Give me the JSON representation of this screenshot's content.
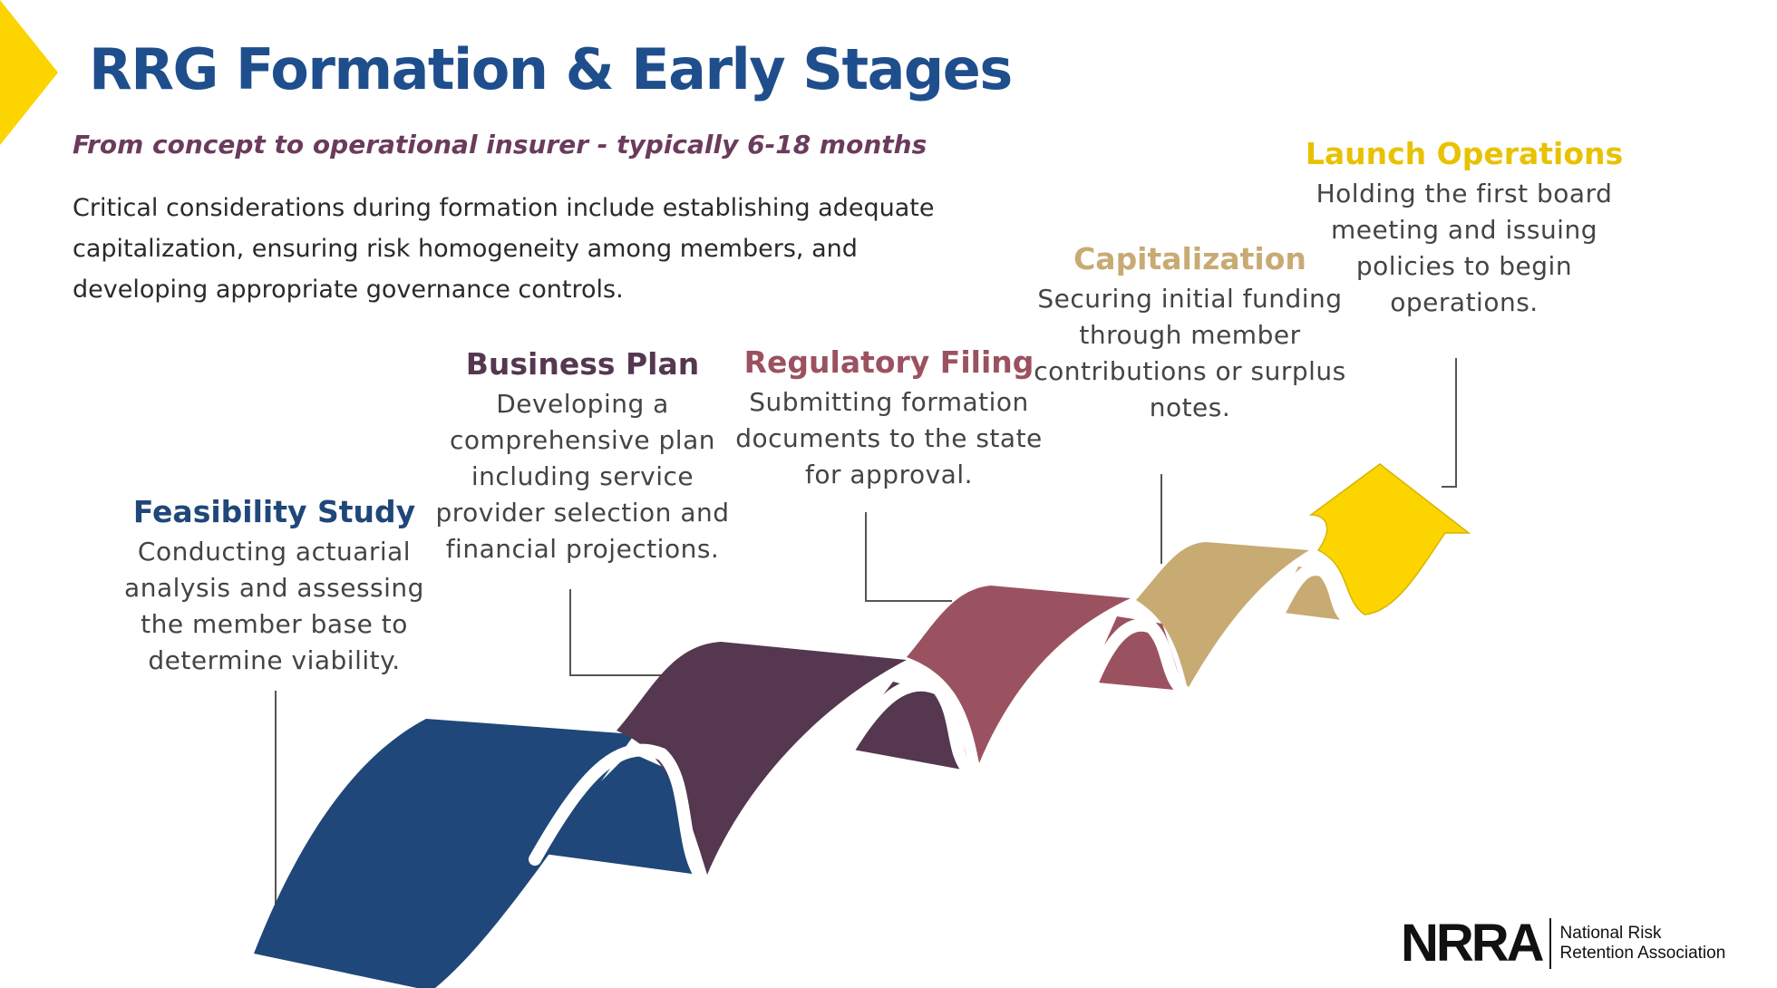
{
  "slide": {
    "title": "RRG Formation & Early Stages",
    "subtitle": "From concept to operational insurer - typically 6-18 months",
    "body": "Critical considerations during formation include establishing adequate capitalization, ensuring risk homogeneity among members, and developing appropriate governance controls."
  },
  "colors": {
    "title": "#1f4e8c",
    "subtitle": "#6b3b5c",
    "accent_chevron": "#fcd500",
    "feasibility": "#1f4779",
    "business_plan": "#553750",
    "regulatory_filing": "#9b5260",
    "capitalization": "#c8aa73",
    "launch": "#fcd500"
  },
  "stages": [
    {
      "title": "Feasibility Study",
      "description": "Conducting actuarial analysis and assessing the member base to determine viability."
    },
    {
      "title": "Business Plan",
      "description": "Developing a comprehensive plan including service provider selection and financial projections."
    },
    {
      "title": "Regulatory Filing",
      "description": "Submitting formation documents to the state for approval."
    },
    {
      "title": "Capitalization",
      "description": "Securing initial funding through member contributions or surplus notes."
    },
    {
      "title": "Launch Operations",
      "description": "Holding the first board meeting and issuing policies to begin operations."
    }
  ],
  "logo": {
    "mark": "NRRA",
    "line1": "National Risk",
    "line2": "Retention Association"
  }
}
